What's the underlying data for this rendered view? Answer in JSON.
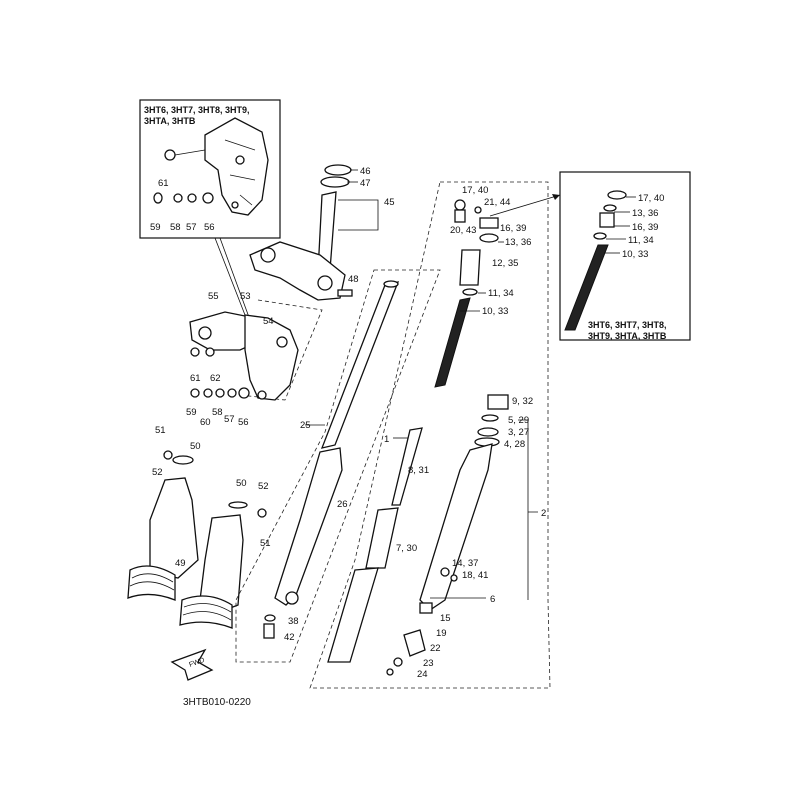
{
  "inset_left": {
    "models_line1": "3HT6, 3HT7, 3HT8, 3HT9,",
    "models_line2": "3HTA, 3HTB"
  },
  "inset_right": {
    "models_line1": "3HT6, 3HT7, 3HT8,",
    "models_line2": "3HT9, 3HTA, 3HTB"
  },
  "fwd_label": "FWD",
  "figure_code": "3HTB010-0220",
  "callouts": {
    "c61a": "61",
    "c59a": "59",
    "c58a": "58",
    "c57a": "57",
    "c56a": "56",
    "c46": "46",
    "c47": "47",
    "c45": "45",
    "c48": "48",
    "c55": "55",
    "c53": "53",
    "c54": "54",
    "c62": "62",
    "c61b": "61",
    "c59b": "59",
    "c60": "60",
    "c58b": "58",
    "c57b": "57",
    "c56b": "56",
    "c51a": "51",
    "c50a": "50",
    "c52a": "52",
    "c49": "49",
    "c50b": "50",
    "c52b": "52",
    "c51b": "51",
    "c25": "25",
    "c26": "26",
    "c38": "38",
    "c42": "42",
    "c1740a": "17, 40",
    "c2144": "21, 44",
    "c2043": "20, 43",
    "c1639a": "16, 39",
    "c1336a": "13, 36",
    "c1235": "12, 35",
    "c1134a": "11, 34",
    "c1033a": "10, 33",
    "c1740b": "17, 40",
    "c1336b": "13, 36",
    "c1639b": "16, 39",
    "c1134b": "11, 34",
    "c1033b": "10, 33",
    "c932": "9, 32",
    "c529": "5, 29",
    "c327": "3, 27",
    "c428": "4, 28",
    "c1": "1",
    "c831": "8, 31",
    "c2": "2",
    "c730": "7, 30",
    "c1437": "14, 37",
    "c1841": "18, 41",
    "c6": "6",
    "c15": "15",
    "c19": "19",
    "c22": "22",
    "c23": "23",
    "c24": "24"
  }
}
